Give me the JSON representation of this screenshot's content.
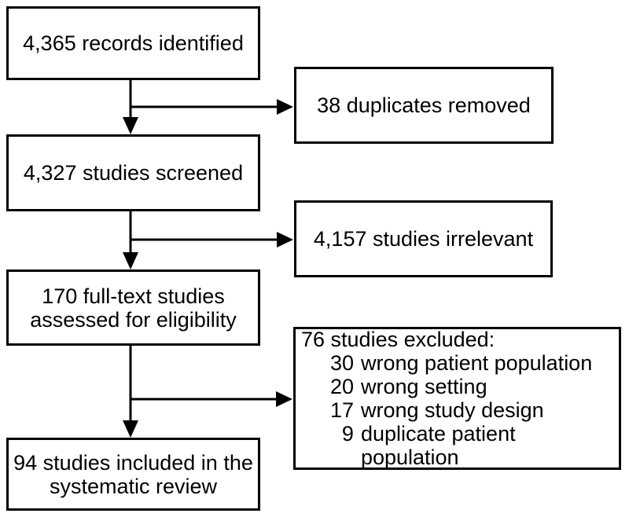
{
  "figure": {
    "type": "prisma-flow-diagram",
    "background_color": "#ffffff",
    "line_color": "#000000"
  },
  "boxes": {
    "identified": {
      "text": "4,365 records identified"
    },
    "duplicates": {
      "text": "38 duplicates removed"
    },
    "screened": {
      "text": "4,327 studies screened"
    },
    "irrelevant": {
      "text": "4,157 studies irrelevant"
    },
    "fulltext": {
      "text": "170 full-text studies\nassessed for eligibility"
    },
    "excluded": {
      "heading": "76 studies excluded:",
      "items": [
        {
          "count": "30",
          "label": "wrong patient population"
        },
        {
          "count": "20",
          "label": "wrong setting"
        },
        {
          "count": "17",
          "label": "wrong study design"
        },
        {
          "count": "9",
          "label": "duplicate patient population"
        }
      ]
    },
    "included": {
      "text": "94 studies included in the\nsystematic review"
    }
  }
}
